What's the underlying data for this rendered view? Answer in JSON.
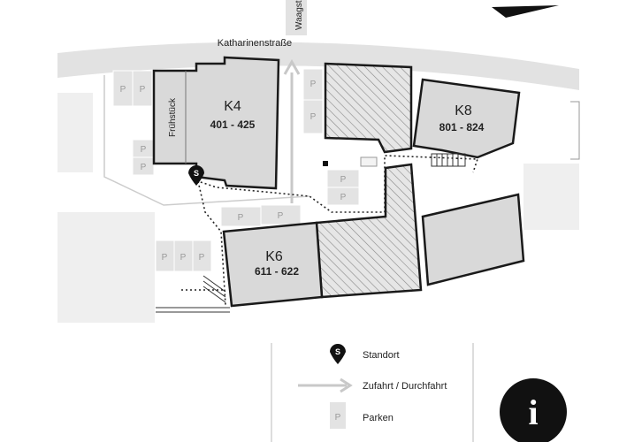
{
  "streets": {
    "main": "Katharinenstraße",
    "side": "Waagst"
  },
  "buildings": [
    {
      "name": "K4",
      "range": "401 - 425"
    },
    {
      "name": "K8",
      "range": "801 - 824"
    },
    {
      "name": "K6",
      "range": "611 - 622"
    }
  ],
  "breakfast_label": "Frühstück",
  "parking_symbol": "P",
  "location_symbol": "S",
  "legend": {
    "location": "Standort",
    "access": "Zufahrt / Durchfahrt",
    "parking": "Parken"
  },
  "info_symbol": "i",
  "colors": {
    "building_fill": "#d9d9d9",
    "outline": "#1a1a1a",
    "road": "#e2e2e2",
    "hatch": "#888888"
  }
}
